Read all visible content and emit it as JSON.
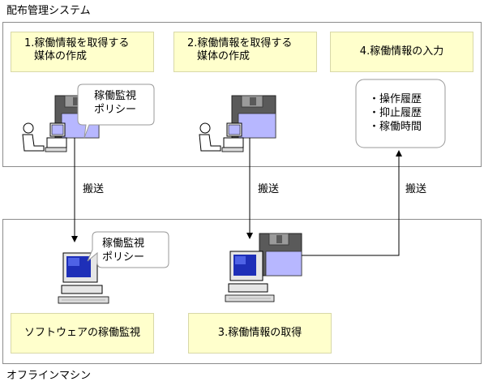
{
  "regions": {
    "distribution_title": "配布管理システム",
    "offline_title": "オフラインマシン"
  },
  "steps": {
    "step1_line1": "1.稼働情報を取得する",
    "step1_line2": "媒体の作成",
    "step2_line1": "2.稼働情報を取得する",
    "step2_line2": "媒体の作成",
    "step3": "3.稼働情報の取得",
    "step4": "4.稼働情報の入力",
    "software_monitoring": "ソフトウェアの稼働監視"
  },
  "policy_bubble_top": {
    "line1": "稼働監視",
    "line2": "ポリシー"
  },
  "policy_bubble_bottom": {
    "line1": "稼働監視",
    "line2": "ポリシー"
  },
  "info_list": [
    "・操作履歴",
    "・抑止履歴",
    "・稼働時間"
  ],
  "transfer_labels": [
    "搬送",
    "搬送",
    "搬送"
  ]
}
